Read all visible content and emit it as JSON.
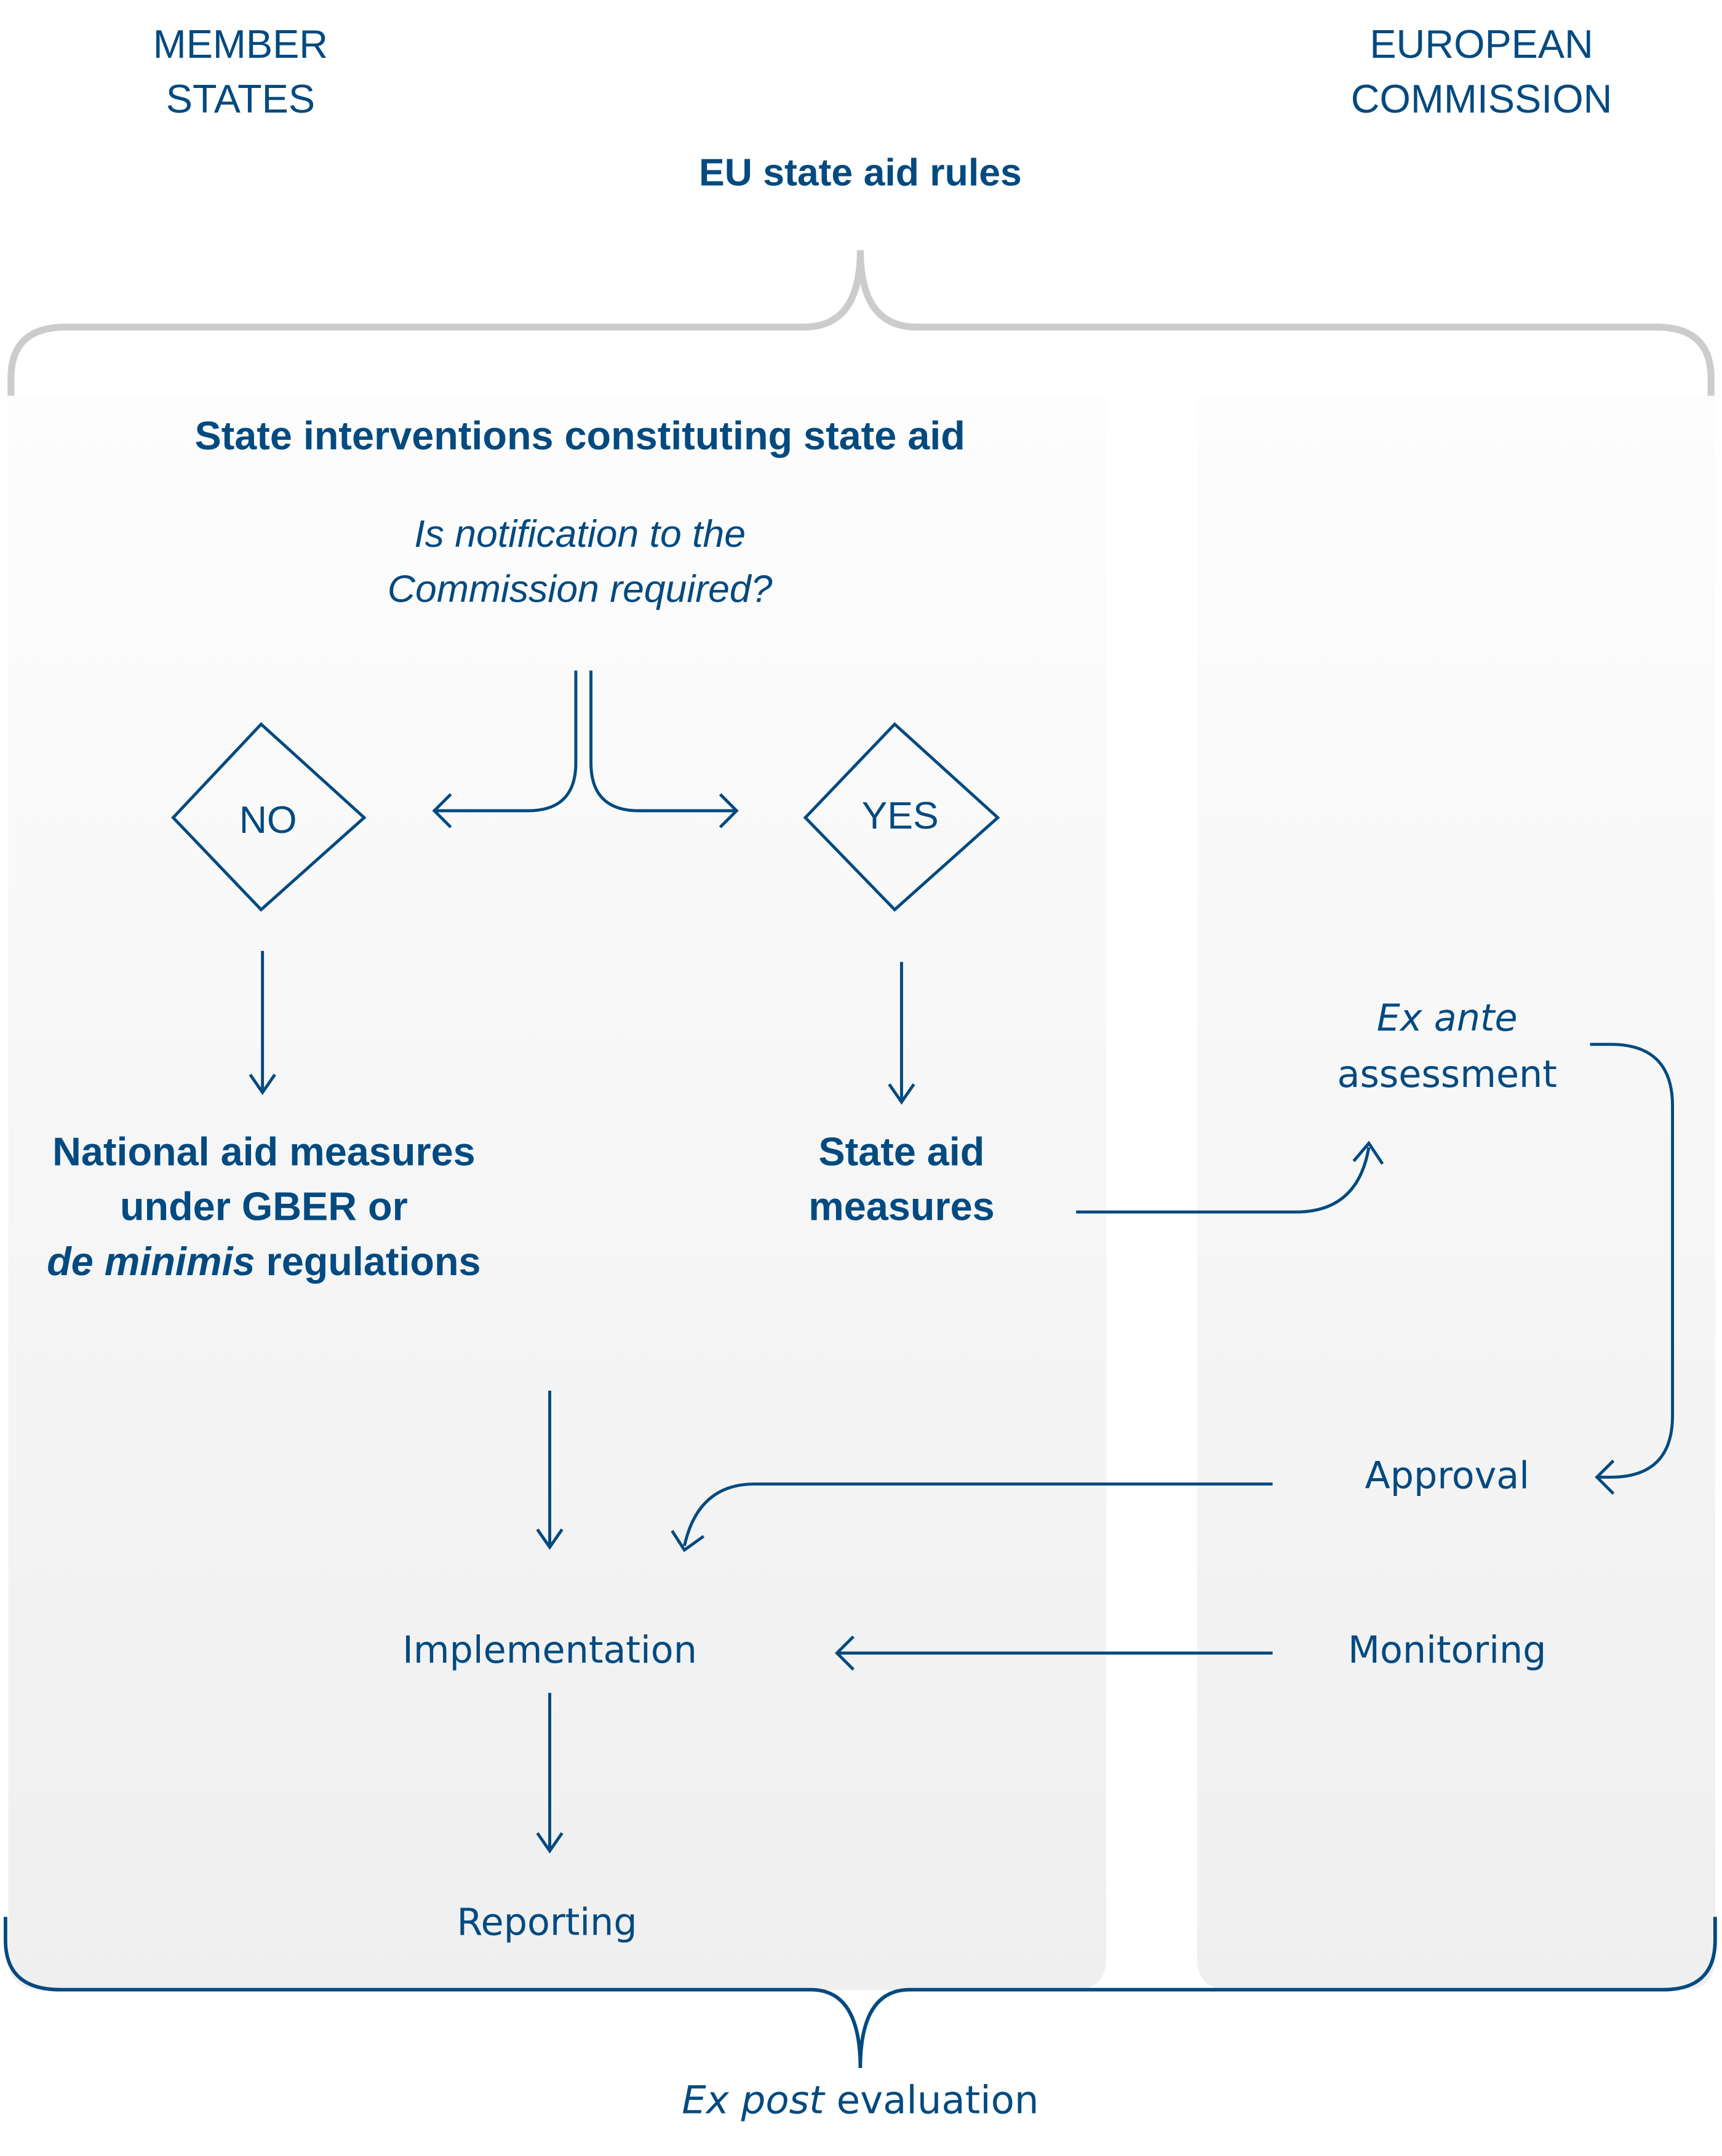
{
  "header": {
    "member_states": [
      "MEMBER",
      "STATES"
    ],
    "european_commission": [
      "EUROPEAN",
      "COMMISSION"
    ],
    "eu_rules": "EU state aid rules"
  },
  "flow": {
    "title": "State interventions constituting state aid",
    "question": [
      "Is notification to the",
      "Commission required?"
    ],
    "no_label": "NO",
    "yes_label": "YES",
    "national_measures": {
      "line1": "National aid measures",
      "line2": "under GBER or",
      "line3_italic": "de minimis",
      "line3_rest": " regulations"
    },
    "state_aid_measures": [
      "State aid",
      "measures"
    ],
    "implementation": "Implementation",
    "reporting": "Reporting"
  },
  "commission": {
    "ex_ante_italic": "Ex ante",
    "ex_ante_rest": "assessment",
    "approval": "Approval",
    "monitoring": "Monitoring"
  },
  "footer": {
    "ex_post_italic": "Ex post",
    "ex_post_rest": " evaluation"
  },
  "colors": {
    "text": "#034a80",
    "top_brace": "#cccccd",
    "panel": "#f2f2f2"
  }
}
